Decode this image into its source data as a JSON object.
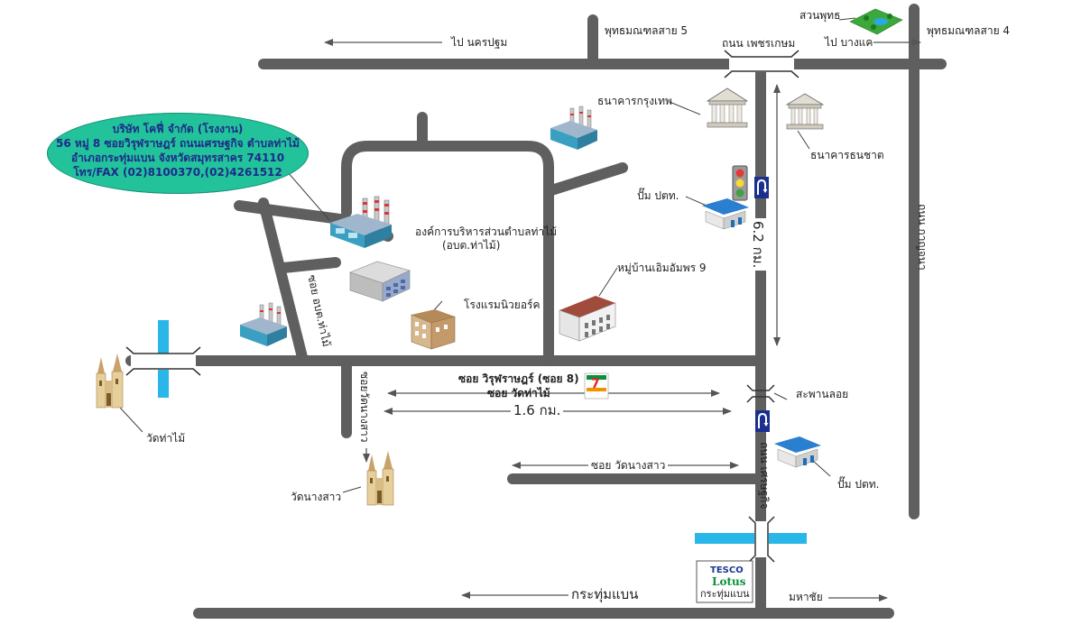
{
  "company": {
    "line1": "บริษัท โคฟี่ จำกัด (โรงงาน)",
    "line2": "56 หมู่ 8 ซอยวิรุฬราษฎร์ ถนนเศรษฐกิจ ตำบลท่าไม้",
    "line3": "อำเภอกระทุ่มแบน จังหวัดสมุทรสาคร 74110",
    "line4": "โทร/FAX (02)8100370,(02)4261512"
  },
  "labels": {
    "to_nakhon_pathom": "ไป นครปฐม",
    "phutthamonthon_5": "พุทธมณฑลสาย 5",
    "phetkasem_road": "ถนน เพชรเกษม",
    "to_bang_khae": "ไป บางแค",
    "phutthamonthon_4": "พุทธมณฑลสาย 4",
    "suan_phut": "สวนพุทธ",
    "bangkok_bank": "ธนาคารกรุงเทพ",
    "thanachart_bank": "ธนาคารธนชาต",
    "ptt_1": "ปั๊ม ปตท.",
    "ptt_2": "ปั๊ม ปตท.",
    "distance_62": "6.2 กม.",
    "tao_name": "องค์การบริหารส่วนตำบลท่าไม้",
    "tao_short": "(อบต.ท่าไม้)",
    "village_9": "หมู่บ้านเอิมอัมพร 9",
    "hotel": "โรงแรมนิวยอร์ค",
    "soi_tao": "ซอย อบต.ท่าไม้",
    "soi_wat_nang_sao_v": "ซอยวัดนางสาว",
    "soi_wirun": "ซอย วิรุฬราษฎร์ (ซอย 8)",
    "soi_wat_tha_mai": "ซอย วัดท่าไม้",
    "distance_16": "1.6 กม.",
    "saphan_loi": "สะพานลอย",
    "sethakit_road": "ถนน เศรษฐกิจ",
    "soi_wat_nang_sao_h": "ซอย วัดนางสาว",
    "wat_tha_mai": "วัดท่าไม้",
    "wat_nang_sao": "วัดนางสาว",
    "krathum_baen": "กระทุ่มแบน",
    "mahachai": "มหาชัย",
    "kanchana_road": "ถนน กาญจนา",
    "tesco": "TESCO",
    "lotus": "Lotus",
    "tesco_branch": "กระทุ่มแบน",
    "seven_eleven": "7"
  },
  "colors": {
    "road": "#5f5f5f",
    "water": "#29b6e8",
    "bubble": "#22c39b",
    "bubble_text": "#1e2a8a",
    "seven_red": "#e2231a",
    "seven_green": "#0a8f3c"
  },
  "icons": {
    "factory": "factory-icon",
    "temple": "temple-icon",
    "bank": "bank-icon",
    "gas_station": "gas-station-icon",
    "traffic_light": "traffic-light-icon",
    "u_turn": "u-turn-icon",
    "park": "park-icon",
    "building": "building-icon",
    "hotel": "hotel-icon"
  }
}
